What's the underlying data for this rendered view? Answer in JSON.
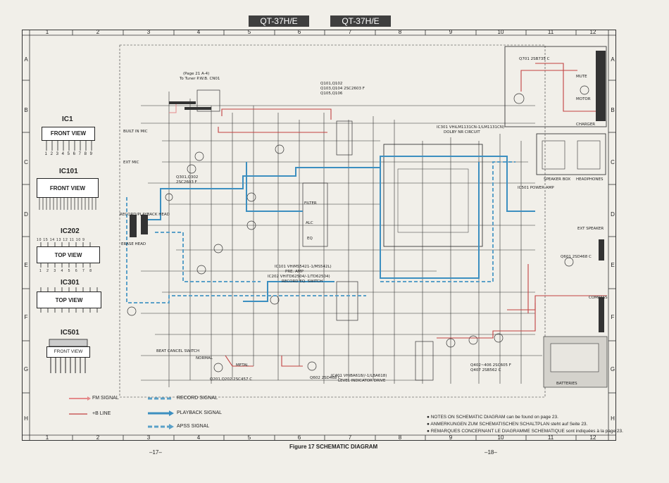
{
  "header": {
    "model_left": "QT-37H/E",
    "model_right": "QT-37H/E"
  },
  "grid": {
    "columns": [
      "1",
      "2",
      "3",
      "4",
      "5",
      "6",
      "7",
      "8",
      "9",
      "10",
      "11",
      "12"
    ],
    "rows": [
      "A",
      "B",
      "C",
      "D",
      "E",
      "F",
      "G",
      "H"
    ]
  },
  "ics": {
    "ic1": {
      "title": "IC1",
      "view": "FRONT VIEW",
      "pins": "1 2 3 4 5 6 7 8 9"
    },
    "ic101": {
      "title": "IC101",
      "view": "FRONT VIEW"
    },
    "ic202": {
      "title": "IC202",
      "view": "TOP VIEW",
      "pins_top": "10 15 14 13 12 11 10 9",
      "pins_bottom": "1 2 3 4 5 6 7 8"
    },
    "ic301": {
      "title": "IC301",
      "view": "TOP VIEW"
    },
    "ic501": {
      "title": "IC501",
      "view": "FRONT VIEW"
    }
  },
  "schematic_labels": {
    "ic301_desc": "IC301  VHiLM1131CN-1/LM1131CN)",
    "dolby": "DOLBY NR CIRCUIT",
    "ic101_desc": "IC101  VHiMS5421-1/MS542L)",
    "pre_amp": "PRE. AMP",
    "ic202_desc": "IC202  VHiTD62504/-1/TD62504)",
    "rec_eq": "RECORD EQ. SWITCH",
    "ic401": "IC401  VHiBA618//-1/LBA618)",
    "level": "LEVEL INDICATOR DRIVE",
    "q601": "Q601  2SD468 C",
    "q701": "Q701  2SB735 C",
    "q201": "Q201,Q202  2SC457  C",
    "q602": "Q602  2SD468  C",
    "q402": "Q402~406  2SC605 F",
    "q407": "Q407  2SB562 C",
    "q101": "Q101,Q102",
    "q103": "Q103,Q104  2SC2603 F",
    "q105": "Q105,Q106",
    "q301": "Q301,Q302",
    "q302": "2SC2603 F",
    "page_ref": "(Page 21 A-4)",
    "to_tuner": "To Tuner P.W.B. CN01",
    "record_playback": "RECORD/PLAYBACK HEAD",
    "erase": "ERASE HEAD",
    "built_in_mic": "BUILT IN MIC",
    "ext_mic": "EXT MIC",
    "headphones": "HEADPHONES",
    "ext_speaker": "EXT SPEAKER",
    "speaker_box": "SPEAKER BOX",
    "power_amp": "IC501 POWER AMP",
    "batteries": "BATTERIES",
    "compass": "COMPASS",
    "metal": "METAL",
    "normal": "NORMAL",
    "beat_cancel": "BEAT CANCEL SWITCH",
    "filter": "FILTER",
    "alc": "ALC",
    "eq": "EQ",
    "motor": "MOTOR",
    "mute": "MUTE",
    "charger": "CHARGER"
  },
  "legend": {
    "fm_signal": "FM SIGNAL",
    "b_line": "+B LINE",
    "record_signal": "RECORD SIGNAL",
    "playback_signal": "PLAYBACK SIGNAL",
    "apss_signal": "APSS SIGNAL"
  },
  "colors": {
    "fm_signal": "#e58a8a",
    "b_line": "#c24040",
    "record": "#5aa0c8",
    "playback": "#3c8fc0",
    "apss": "#5aa0c8"
  },
  "notes": [
    "● NOTES ON SCHEMATIC DIAGRAM can be found on page 23.",
    "● ANMERKUNGEN ZUM SCHEMATISCHEN SCHALTPLAN steht auf Seite 23.",
    "● REMARQUES CONCERNANT LE DIAGRAMME SCHEMATIQUE sont indiquées à la page 23."
  ],
  "caption": "Figure 17 SCHEMATIC DIAGRAM",
  "pages": {
    "left": "–17–",
    "right": "–18–"
  }
}
